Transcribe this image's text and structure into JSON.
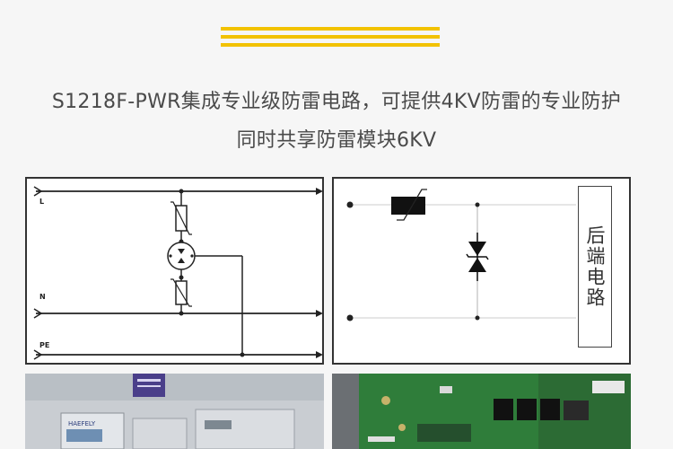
{
  "caption": {
    "line1": "S1218F-PWR集成专业级防雷电路，可提供4KV防雷的专业防护",
    "line2": "同时共享防雷模块6KV"
  },
  "diagram_left": {
    "labels": {
      "l": "L",
      "n": "N",
      "pe": "PE"
    }
  },
  "diagram_right": {
    "rear_label": "后端电路"
  },
  "photos": {
    "left": {
      "brand_text": "HAEFELY"
    }
  },
  "colors": {
    "accent": "#f2c200",
    "pcb_green": "#2f7d3a",
    "tvs": "#111111"
  }
}
